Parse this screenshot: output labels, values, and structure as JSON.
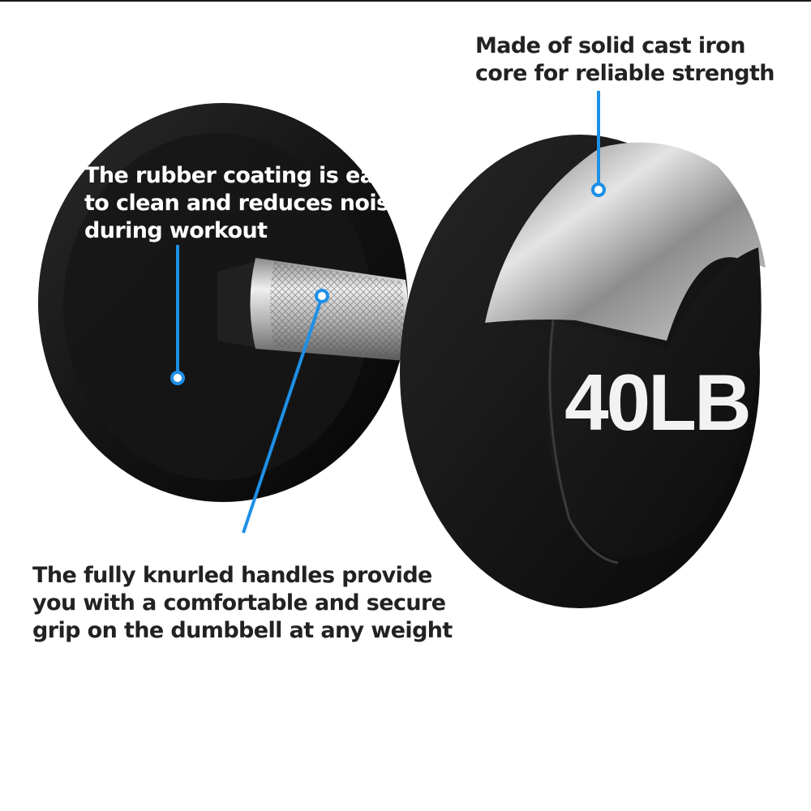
{
  "callouts": {
    "iron_core": "Made of solid cast iron\ncore for reliable strength",
    "rubber_coating": "The rubber coating is easy\nto clean and reduces noise\nduring workout",
    "knurled_handle": "The fully knurled handles provide\nyou with a comfortable and secure\ngrip on the dumbbell at any weight"
  },
  "weight_label": "40LB",
  "colors": {
    "background": "#ffffff",
    "rubber": "#111111",
    "chrome": "#c8c8c8",
    "pointer_blue": "#1e90e6",
    "callout_text_dark": "#222222",
    "callout_text_light": "#ffffff"
  }
}
